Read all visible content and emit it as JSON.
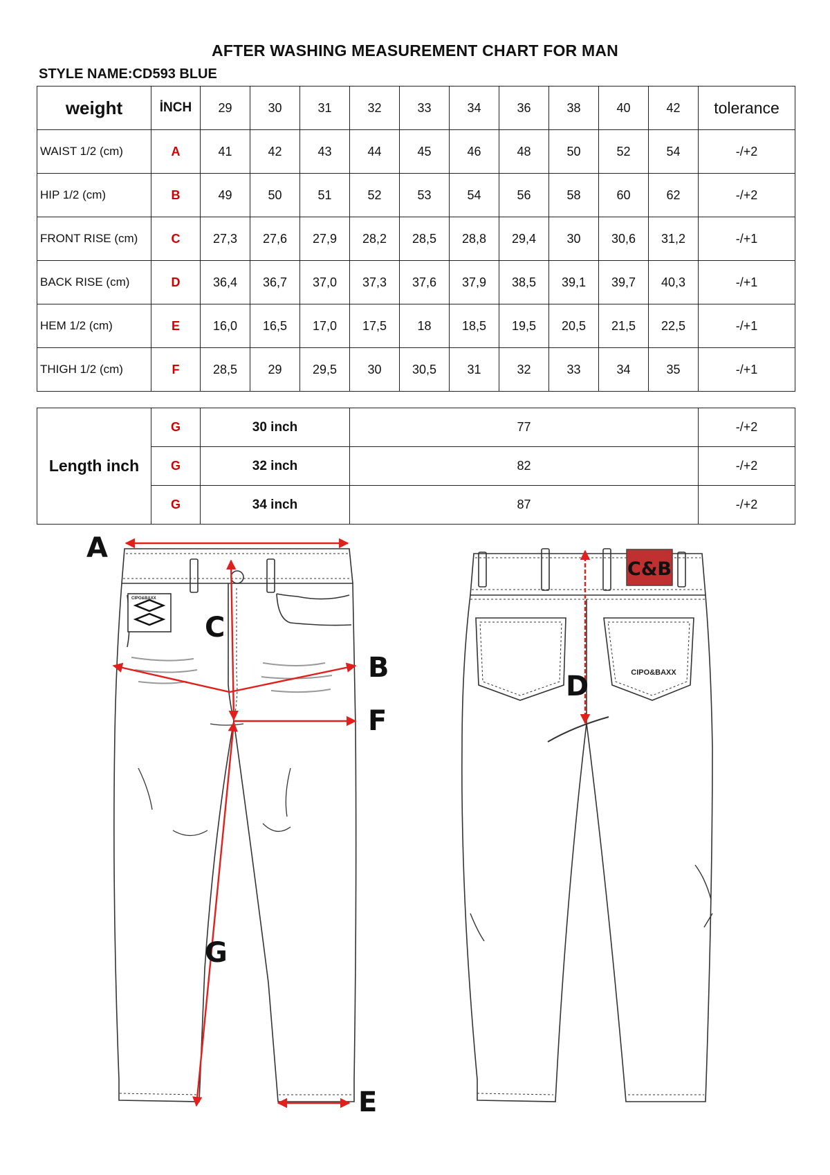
{
  "title": "AFTER WASHING MEASUREMENT CHART FOR MAN",
  "style_name": "STYLE NAME:CD593 BLUE",
  "table": {
    "header": {
      "weight": "weight",
      "inch": "İNCH",
      "sizes": [
        "29",
        "30",
        "31",
        "32",
        "33",
        "34",
        "36",
        "38",
        "40",
        "42"
      ],
      "tolerance": "tolerance"
    },
    "rows": [
      {
        "label": "WAIST 1/2 (cm)",
        "code": "A",
        "values": [
          "41",
          "42",
          "43",
          "44",
          "45",
          "46",
          "48",
          "50",
          "52",
          "54"
        ],
        "tolerance": "-/+2"
      },
      {
        "label": "HIP 1/2 (cm)",
        "code": "B",
        "values": [
          "49",
          "50",
          "51",
          "52",
          "53",
          "54",
          "56",
          "58",
          "60",
          "62"
        ],
        "tolerance": "-/+2"
      },
      {
        "label": "FRONT RISE (cm)",
        "code": "C",
        "values": [
          "27,3",
          "27,6",
          "27,9",
          "28,2",
          "28,5",
          "28,8",
          "29,4",
          "30",
          "30,6",
          "31,2"
        ],
        "tolerance": "-/+1"
      },
      {
        "label": "BACK RISE (cm)",
        "code": "D",
        "values": [
          "36,4",
          "36,7",
          "37,0",
          "37,3",
          "37,6",
          "37,9",
          "38,5",
          "39,1",
          "39,7",
          "40,3"
        ],
        "tolerance": "-/+1"
      },
      {
        "label": "HEM 1/2  (cm)",
        "code": "E",
        "values": [
          "16,0",
          "16,5",
          "17,0",
          "17,5",
          "18",
          "18,5",
          "19,5",
          "20,5",
          "21,5",
          "22,5"
        ],
        "tolerance": "-/+1"
      },
      {
        "label": "THIGH 1/2 (cm)",
        "code": "F",
        "values": [
          "28,5",
          "29",
          "29,5",
          "30",
          "30,5",
          "31",
          "32",
          "33",
          "34",
          "35"
        ],
        "tolerance": "-/+1"
      }
    ]
  },
  "length": {
    "label": "Length inch",
    "rows": [
      {
        "code": "G",
        "size": "30 inch",
        "value": "77",
        "tolerance": "-/+2"
      },
      {
        "code": "G",
        "size": "32 inch",
        "value": "82",
        "tolerance": "-/+2"
      },
      {
        "code": "G",
        "size": "34 inch",
        "value": "87",
        "tolerance": "-/+2"
      }
    ]
  },
  "diagram": {
    "front_letters": {
      "a": "A",
      "b": "B",
      "c": "C",
      "e": "E",
      "f": "F",
      "g": "G"
    },
    "back_letter_d": "D",
    "back_label": "C&B",
    "brand": "CIPO&BAXX",
    "arrow_color": "#e0201c",
    "label_bg_color": "#c03030"
  }
}
